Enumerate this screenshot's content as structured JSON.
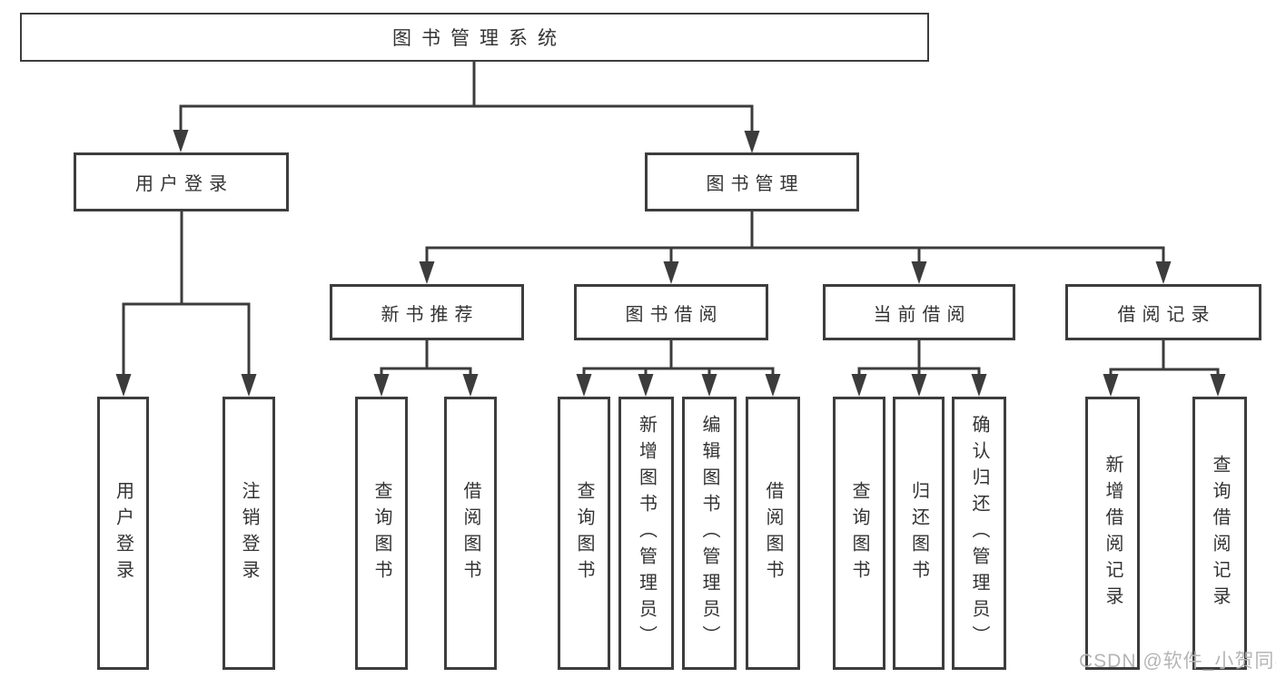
{
  "diagram": {
    "root": {
      "label": "图书管理系统"
    },
    "level2": [
      {
        "label": "用户登录",
        "children": [
          {
            "label": "用户登录"
          },
          {
            "label": "注销登录"
          }
        ]
      },
      {
        "label": "图书管理",
        "children": [
          {
            "label": "新书推荐",
            "children": [
              {
                "label": "查询图书"
              },
              {
                "label": "借阅图书"
              }
            ]
          },
          {
            "label": "图书借阅",
            "children": [
              {
                "label": "查询图书"
              },
              {
                "label": "新增图书（管理员）"
              },
              {
                "label": "编辑图书（管理员）"
              },
              {
                "label": "借阅图书"
              }
            ]
          },
          {
            "label": "当前借阅",
            "children": [
              {
                "label": "查询图书"
              },
              {
                "label": "归还图书"
              },
              {
                "label": "确认归还（管理员）"
              }
            ]
          },
          {
            "label": "借阅记录",
            "children": [
              {
                "label": "新增借阅记录"
              },
              {
                "label": "查询借阅记录"
              }
            ]
          }
        ]
      }
    ]
  },
  "watermark": {
    "text": "CSDN @软件_小贺同学"
  },
  "colors": {
    "line": "#3c3c3c",
    "text": "#333333",
    "watermark": "#b5b5b5",
    "background": "#ffffff"
  }
}
